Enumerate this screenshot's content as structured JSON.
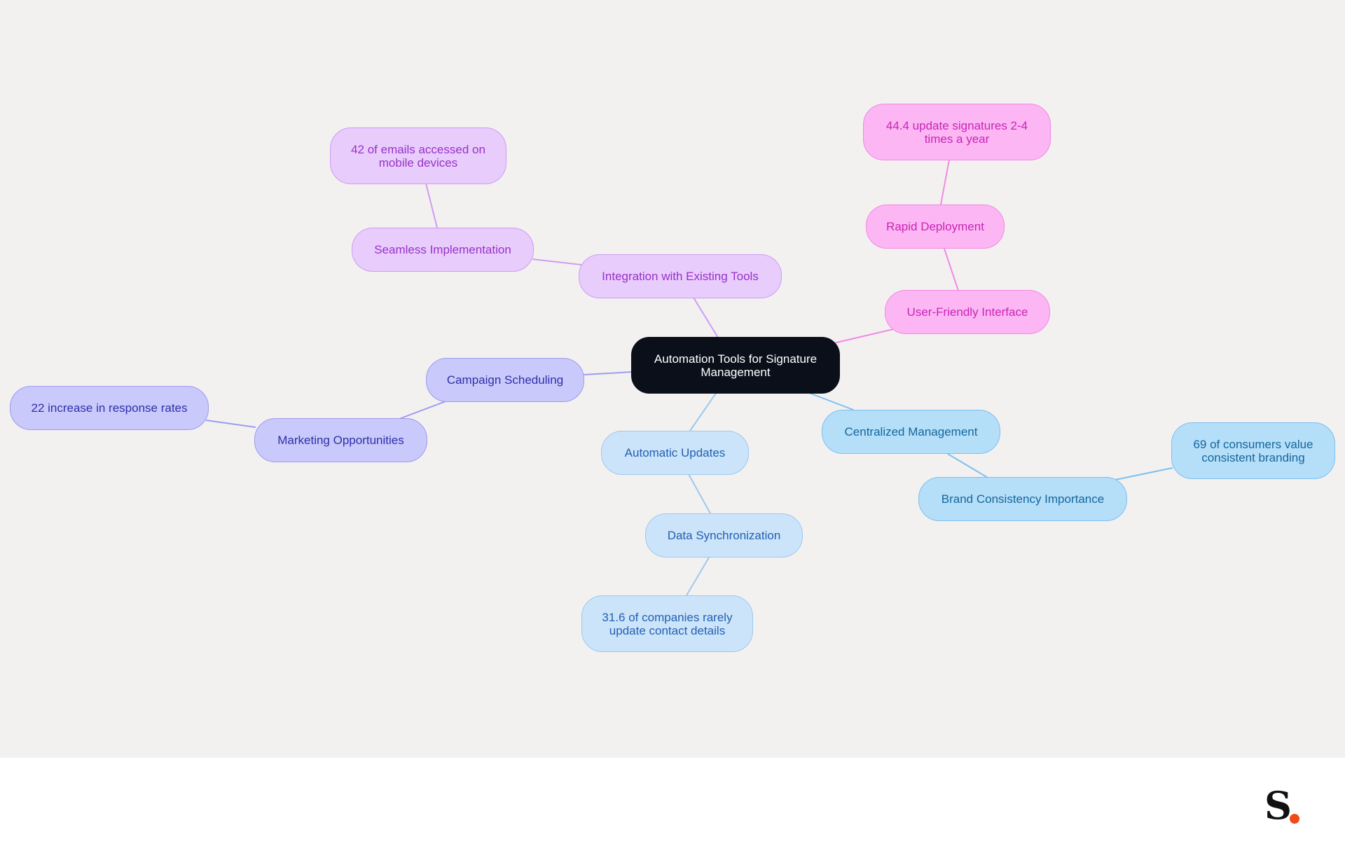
{
  "diagram": {
    "root": {
      "label": "Automation Tools for Signature Management"
    },
    "branches": [
      {
        "label": "Integration with Existing Tools",
        "children": [
          {
            "label": "Seamless Implementation",
            "children": [
              {
                "label": "42 of emails accessed on mobile devices"
              }
            ]
          }
        ]
      },
      {
        "label": "User-Friendly Interface",
        "children": [
          {
            "label": "Rapid Deployment",
            "children": [
              {
                "label": "44.4 update signatures 2-4 times a year"
              }
            ]
          }
        ]
      },
      {
        "label": "Campaign Scheduling",
        "children": [
          {
            "label": "Marketing Opportunities",
            "children": [
              {
                "label": "22 increase in response rates"
              }
            ]
          }
        ]
      },
      {
        "label": "Automatic Updates",
        "children": [
          {
            "label": "Data Synchronization",
            "children": [
              {
                "label": "31.6 of companies rarely update contact details"
              }
            ]
          }
        ]
      },
      {
        "label": "Centralized Management",
        "children": [
          {
            "label": "Brand Consistency Importance",
            "children": [
              {
                "label": "69 of consumers value consistent branding"
              }
            ]
          }
        ]
      }
    ]
  },
  "colors": {
    "canvas_background": "#f3f1f0",
    "root": "#0b0f19",
    "purple_branch": "#e8ccfc",
    "pink_branch": "#fcb6f4",
    "indigo_branch": "#c9c9fb",
    "skyblue_branch": "#cce4fa",
    "cyan_branch": "#b5def9",
    "logo_dot": "#f04a16"
  },
  "logo": {
    "letter": "S"
  }
}
